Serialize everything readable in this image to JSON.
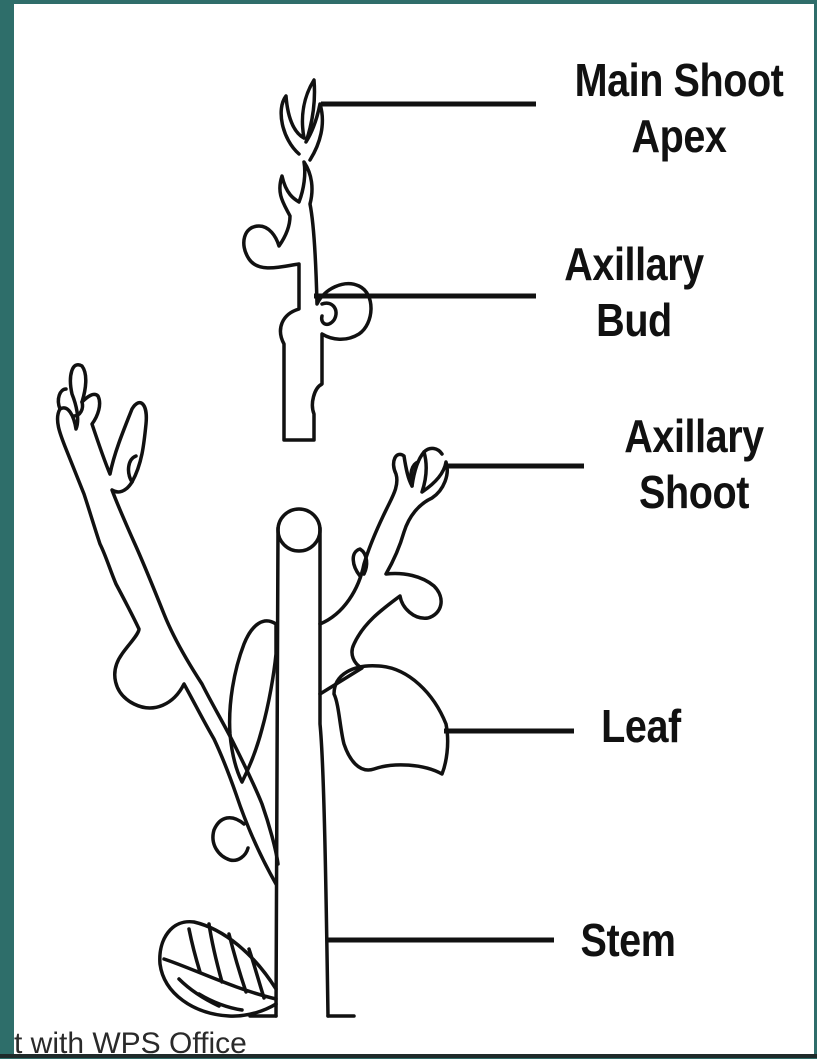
{
  "labels": {
    "main_shoot_apex": [
      "Main Shoot",
      "Apex"
    ],
    "axillary_bud": [
      "Axillary",
      "Bud"
    ],
    "axillary_shoot": [
      "Axillary",
      "Shoot"
    ],
    "leaf": "Leaf",
    "stem": "Stem"
  },
  "watermark": "t with WPS Office",
  "colors": {
    "frame": "#2f6d6a",
    "background": "#ffffff",
    "ink": "#111111"
  }
}
